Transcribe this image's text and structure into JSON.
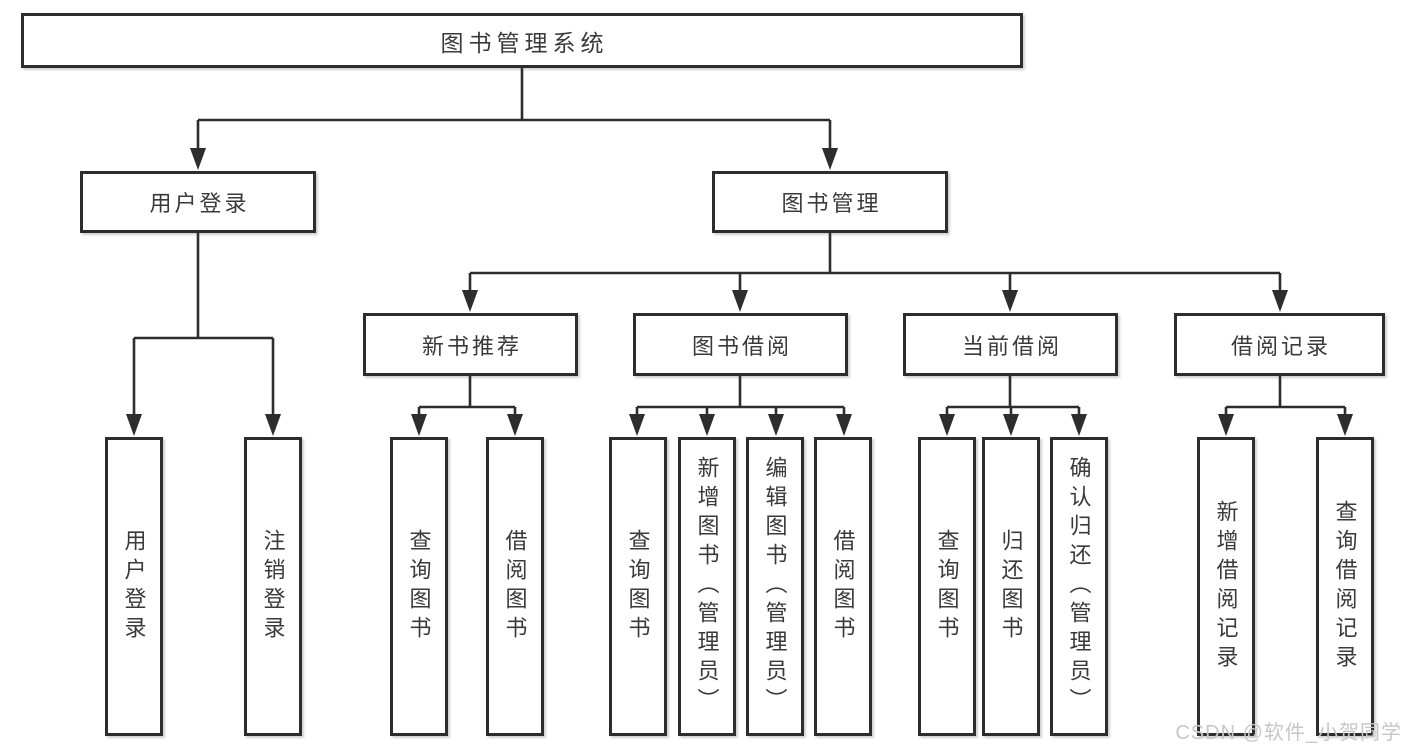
{
  "tree": {
    "root": {
      "label": "图书管理系统"
    },
    "branches": [
      {
        "label": "用户登录",
        "leaves": [
          "用户登录",
          "注销登录"
        ]
      },
      {
        "label": "图书管理",
        "groups": [
          {
            "label": "新书推荐",
            "leaves": [
              "查询图书",
              "借阅图书"
            ]
          },
          {
            "label": "图书借阅",
            "leaves": [
              "查询图书",
              "新增图书（管理员）",
              "编辑图书（管理员）",
              "借阅图书"
            ]
          },
          {
            "label": "当前借阅",
            "leaves": [
              "查询图书",
              "归还图书",
              "确认归还（管理员）"
            ]
          },
          {
            "label": "借阅记录",
            "leaves": [
              "新增借阅记录",
              "查询借阅记录"
            ]
          }
        ]
      }
    ]
  },
  "colors": {
    "line": "#2d2d2d",
    "box_border": "#2d2d2d",
    "text": "#3a3a3a",
    "background": "#ffffff",
    "watermark": "#c7c7c7"
  },
  "watermark": {
    "text": "CSDN @软件_小贺同学"
  }
}
